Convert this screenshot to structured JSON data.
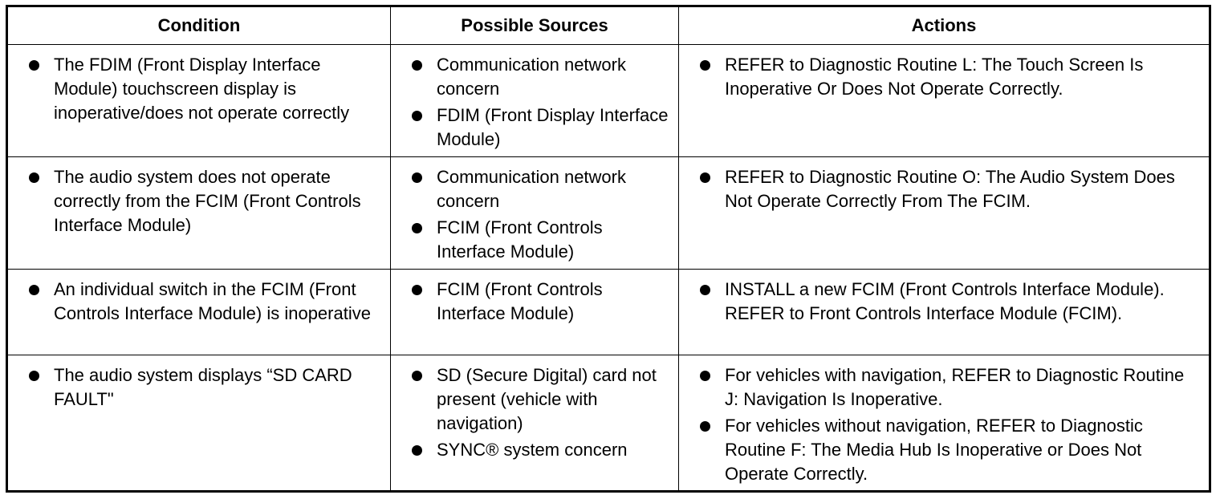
{
  "table": {
    "headers": [
      "Condition",
      "Possible Sources",
      "Actions"
    ],
    "rows": [
      {
        "condition": [
          "The FDIM (Front Display Interface Module) touchscreen display is inoperative/does not operate correctly"
        ],
        "sources": [
          "Communication network concern",
          "FDIM (Front Display Interface Module)"
        ],
        "actions": [
          "REFER to Diagnostic Routine L: The Touch Screen Is Inoperative Or Does Not Operate Correctly."
        ]
      },
      {
        "condition": [
          "The audio system does not operate correctly from the FCIM (Front Controls Interface Module)"
        ],
        "sources": [
          "Communication network concern",
          "FCIM (Front Controls Interface Module)"
        ],
        "actions": [
          "REFER to Diagnostic Routine O: The Audio System Does Not Operate Correctly From The FCIM."
        ]
      },
      {
        "condition": [
          "An individual switch in the FCIM (Front Controls Interface Module) is inoperative"
        ],
        "sources": [
          "FCIM (Front Controls Interface Module)"
        ],
        "actions": [
          "INSTALL a new FCIM (Front Controls Interface Module). REFER to Front Controls Interface Module (FCIM)."
        ]
      },
      {
        "condition": [
          "The audio system displays “SD CARD FAULT\""
        ],
        "sources": [
          "SD (Secure Digital) card not present (vehicle with navigation)",
          "SYNC® system concern"
        ],
        "actions": [
          "For vehicles with navigation, REFER to Diagnostic Routine J: Navigation Is Inoperative.",
          "For vehicles without navigation, REFER to Diagnostic Routine F: The Media Hub Is Inoperative or Does Not Operate Correctly."
        ]
      }
    ]
  }
}
